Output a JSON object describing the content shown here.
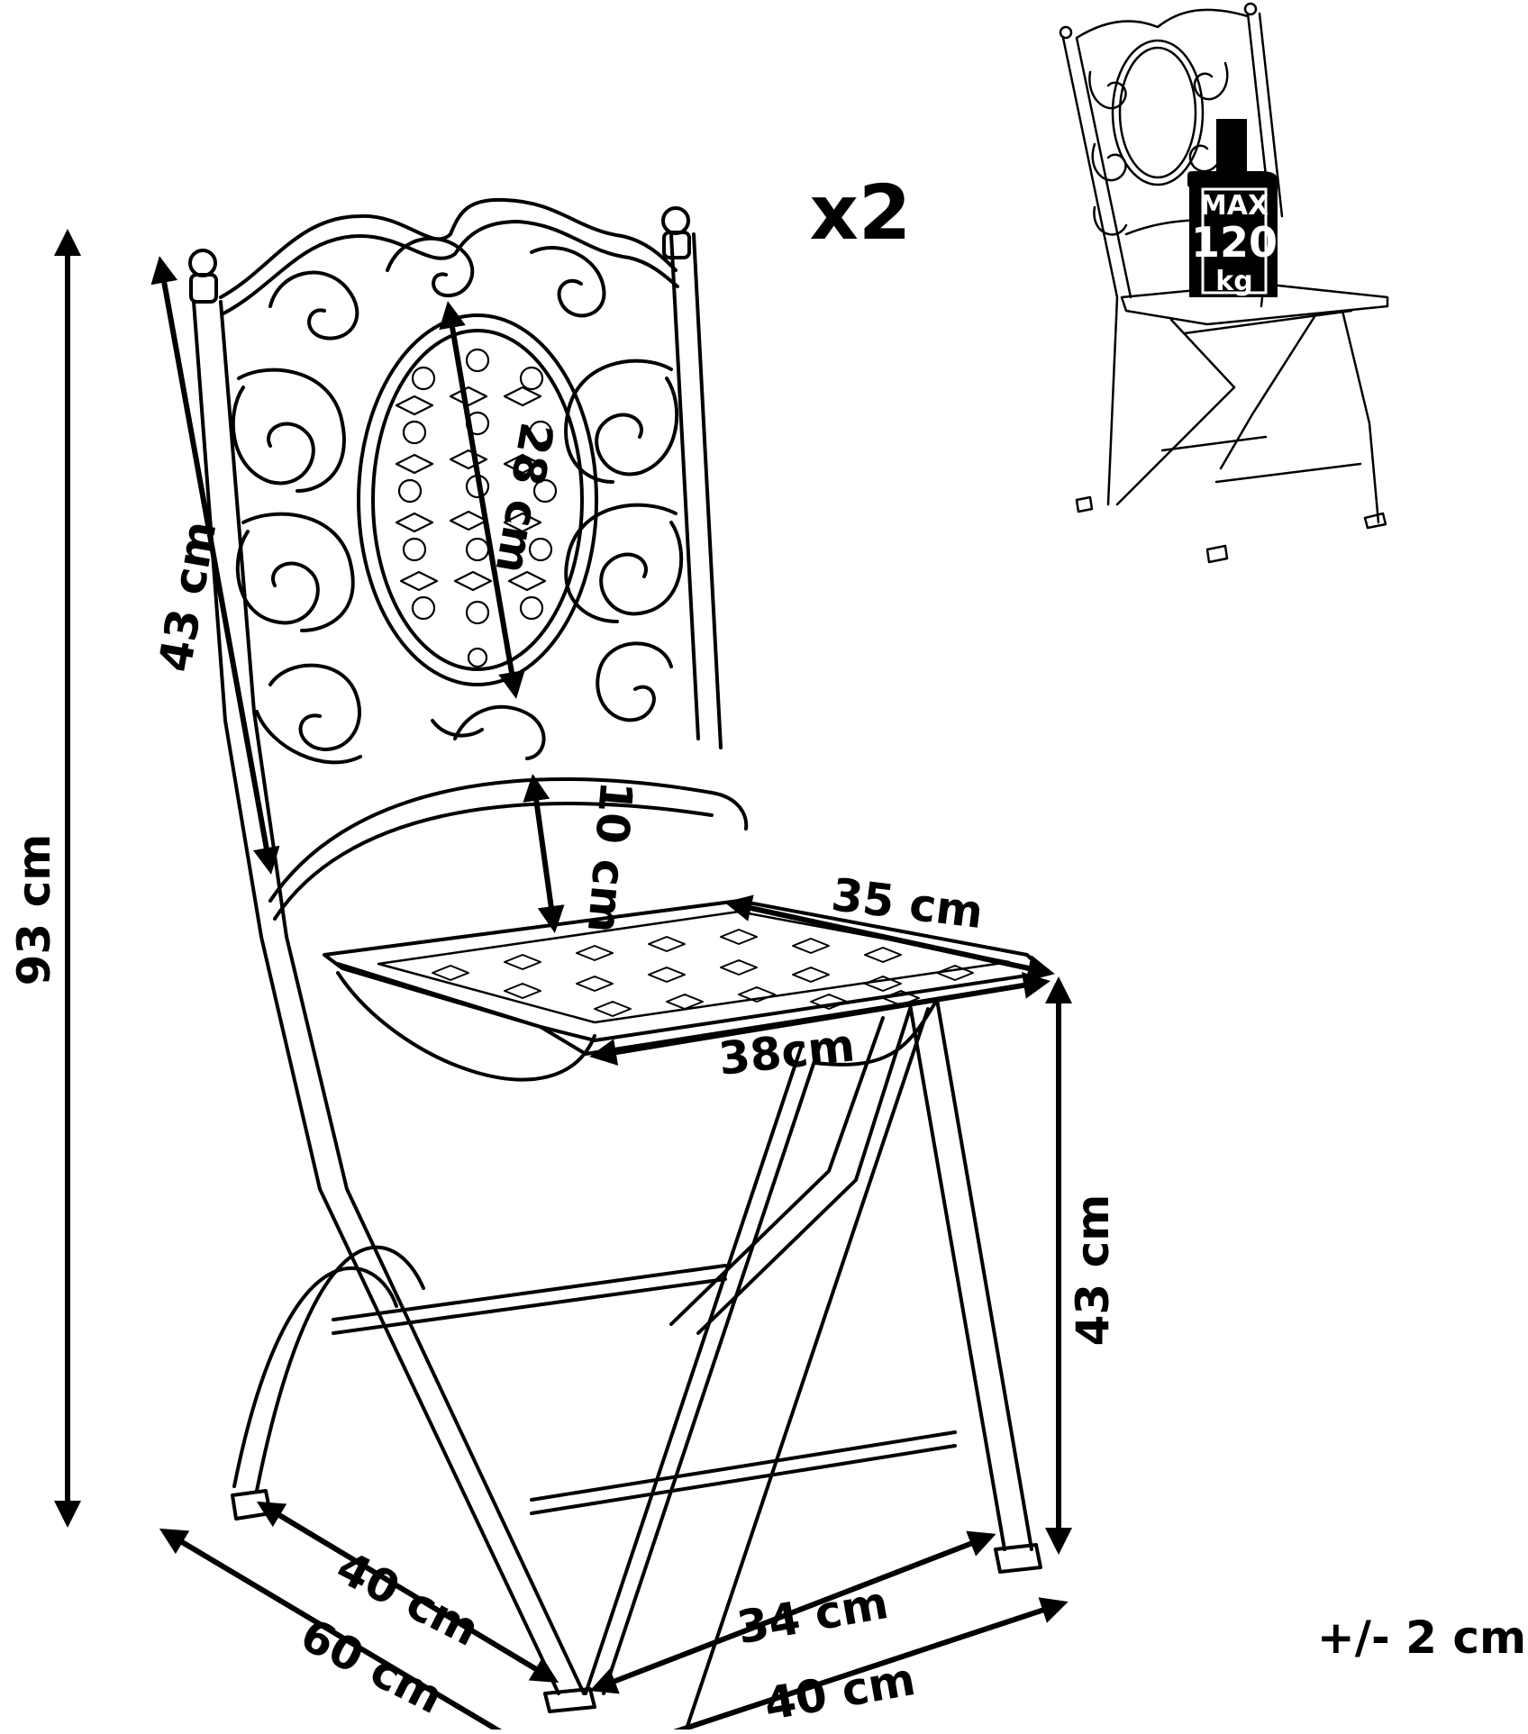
{
  "quantity": "x2",
  "tolerance": "+/- 2 cm",
  "max_load": {
    "top": "MAX",
    "value": "120",
    "unit": "kg"
  },
  "dimensions": {
    "total_height": "93 cm",
    "backrest_height": "43 cm",
    "pattern_height": "28 cm",
    "back_gap": "10 cm",
    "seat_depth": "35 cm",
    "seat_width": "38cm",
    "seat_height": "43 cm",
    "front_leg_depth": "40 cm",
    "overall_depth": "60  cm",
    "front_leg_width": "34 cm",
    "overall_width": "40 cm"
  },
  "colors": {
    "ink": "#000000",
    "background": "#ffffff",
    "badge_fill": "#000000",
    "badge_text": "#ffffff"
  }
}
